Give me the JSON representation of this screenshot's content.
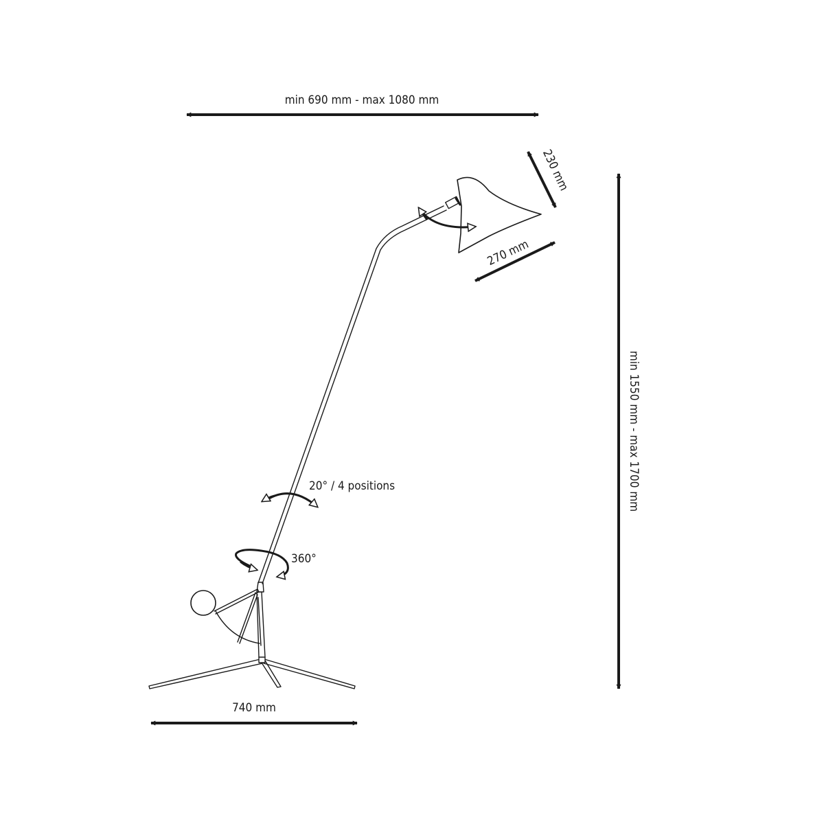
{
  "labels": {
    "width_range": "min 690 mm - max 1080 mm",
    "height_range": "min 1550 mm - max 1700 mm",
    "shade_height": "230 mm",
    "shade_length": "270 mm",
    "tilt": "20° / 4 positions",
    "rotation": "360°",
    "base_width": "740 mm"
  },
  "colors": {
    "ink": "#1a1a1a",
    "background": "#ffffff"
  }
}
